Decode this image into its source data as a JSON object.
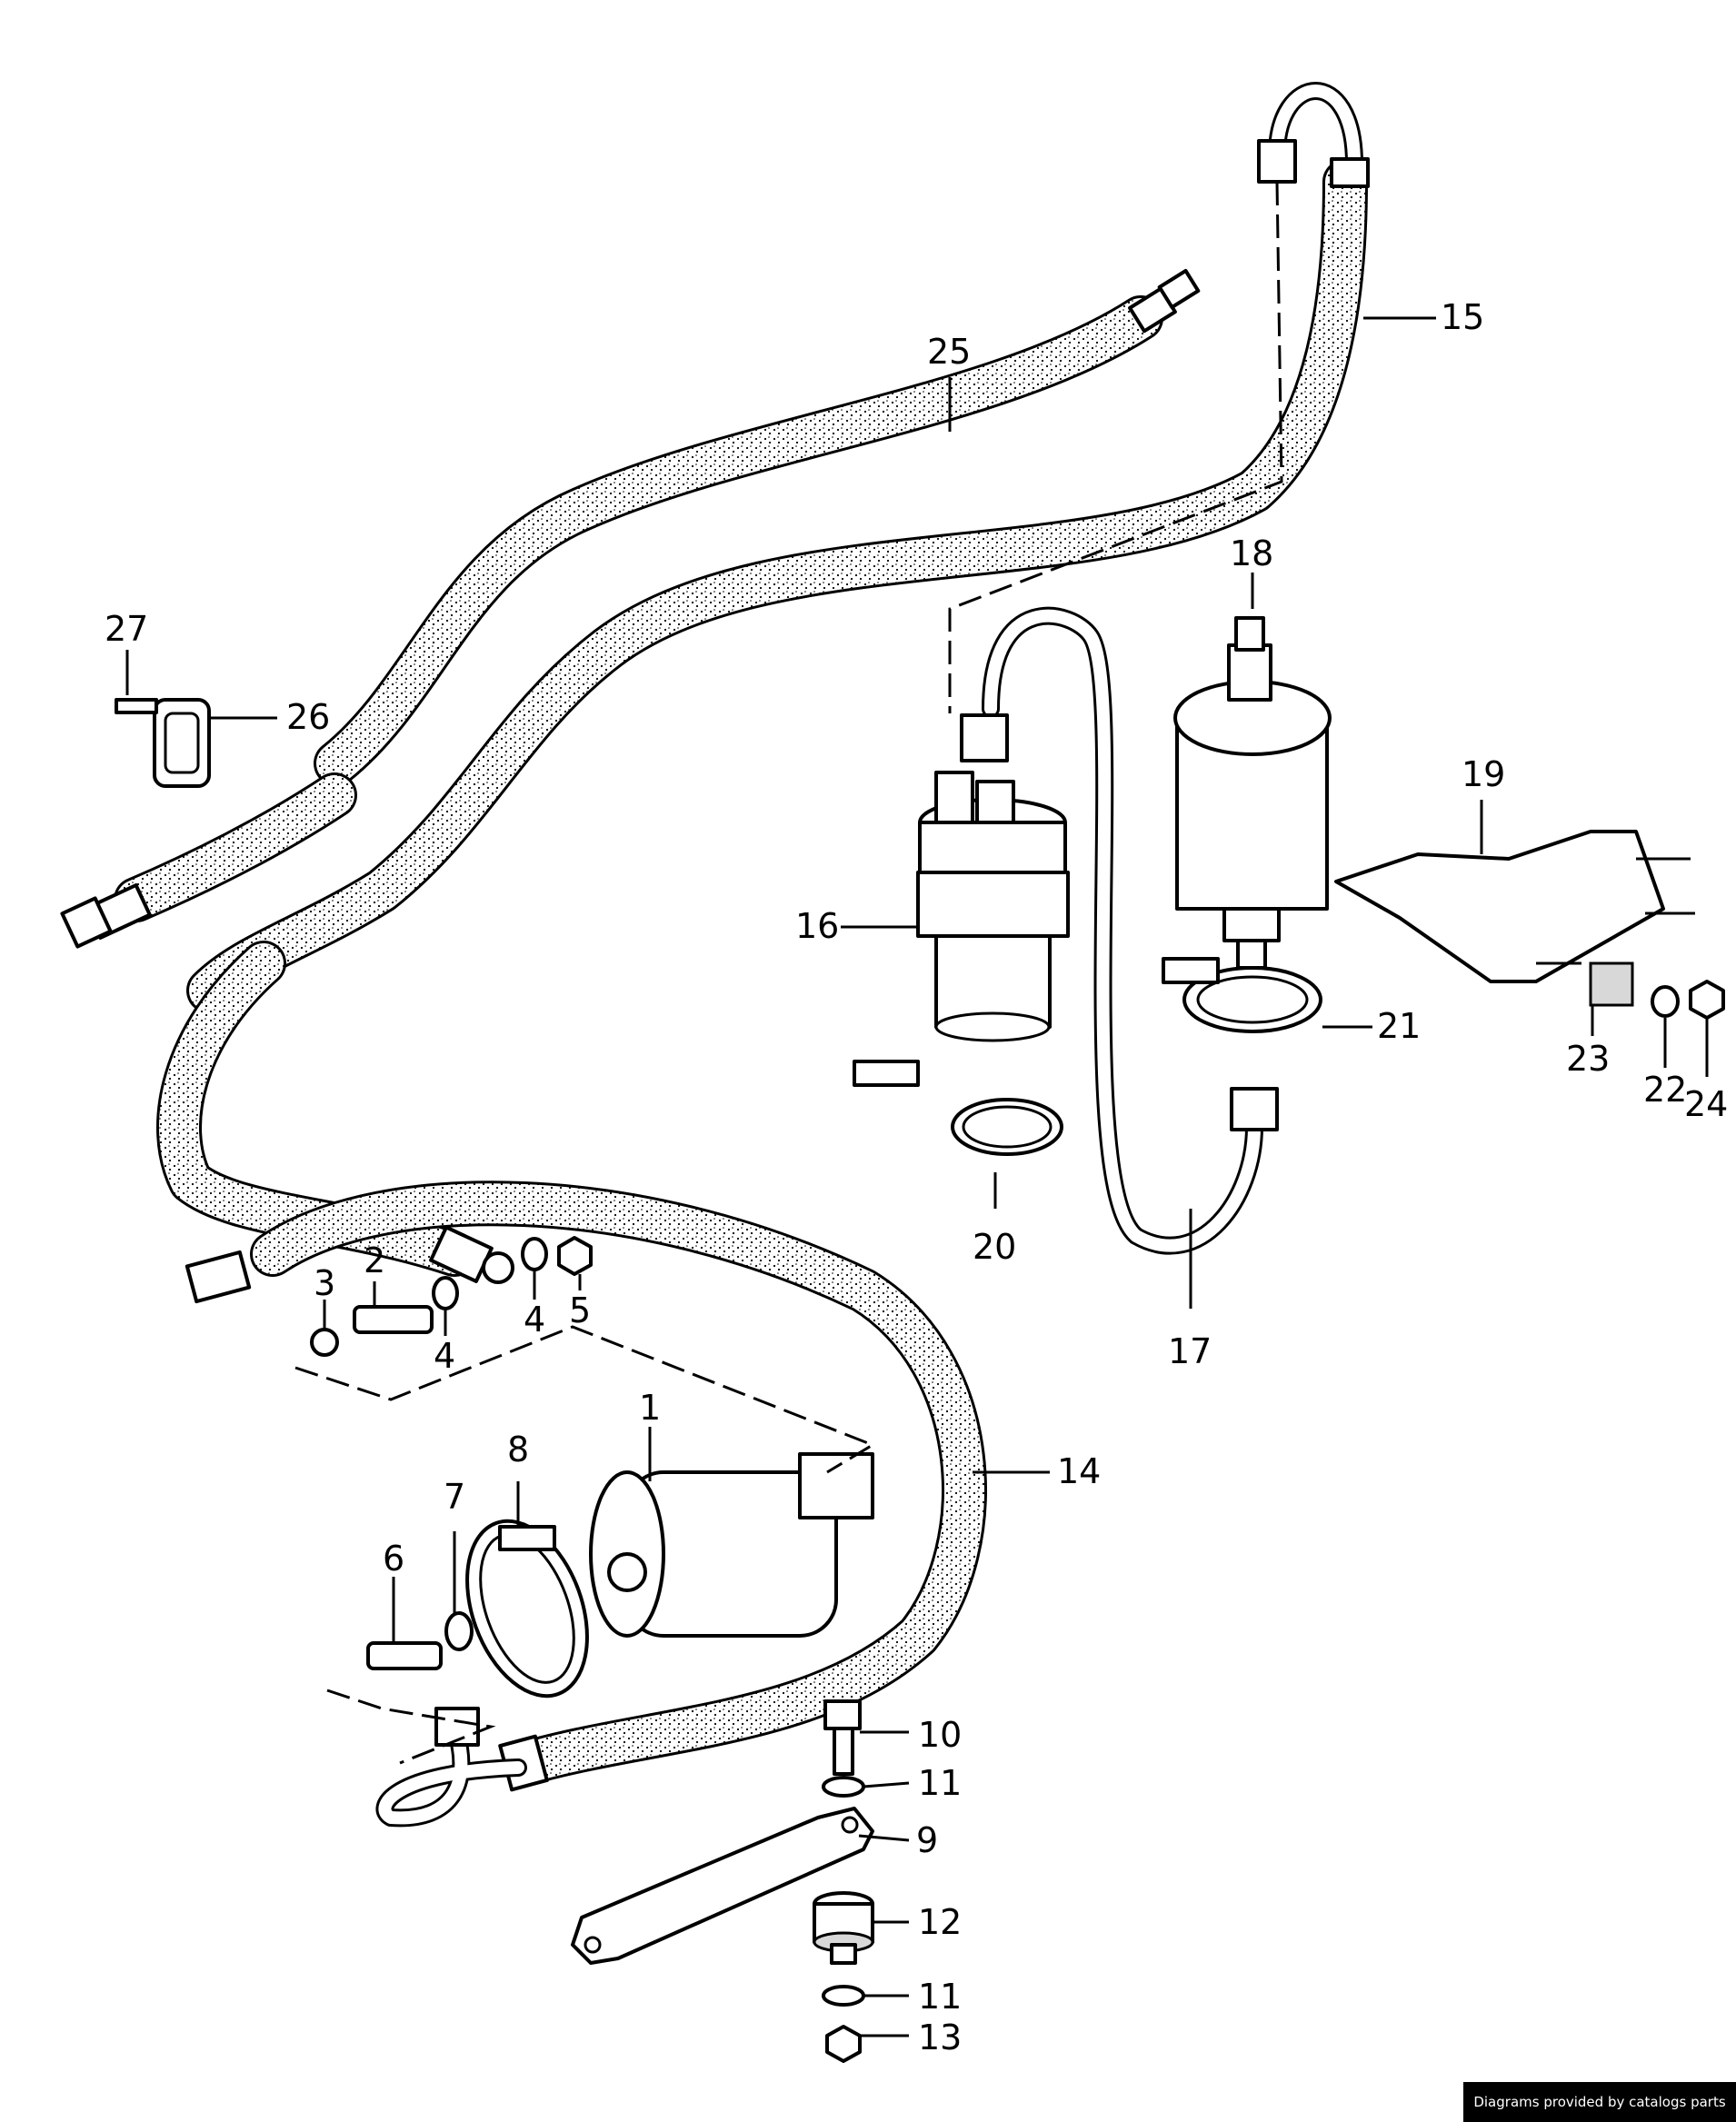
{
  "diagram": {
    "callouts": {
      "c1": "1",
      "c2": "2",
      "c3": "3",
      "c4a": "4",
      "c4b": "4",
      "c5": "5",
      "c6": "6",
      "c7": "7",
      "c8": "8",
      "c9": "9",
      "c10": "10",
      "c11a": "11",
      "c11b": "11",
      "c12": "12",
      "c13": "13",
      "c14": "14",
      "c15": "15",
      "c16": "16",
      "c17": "17",
      "c18": "18",
      "c19": "19",
      "c20": "20",
      "c21": "21",
      "c22": "22",
      "c23": "23",
      "c24": "24",
      "c25": "25",
      "c26": "26",
      "c27": "27"
    }
  },
  "footer": {
    "credit": "Diagrams provided by catalogs parts"
  }
}
